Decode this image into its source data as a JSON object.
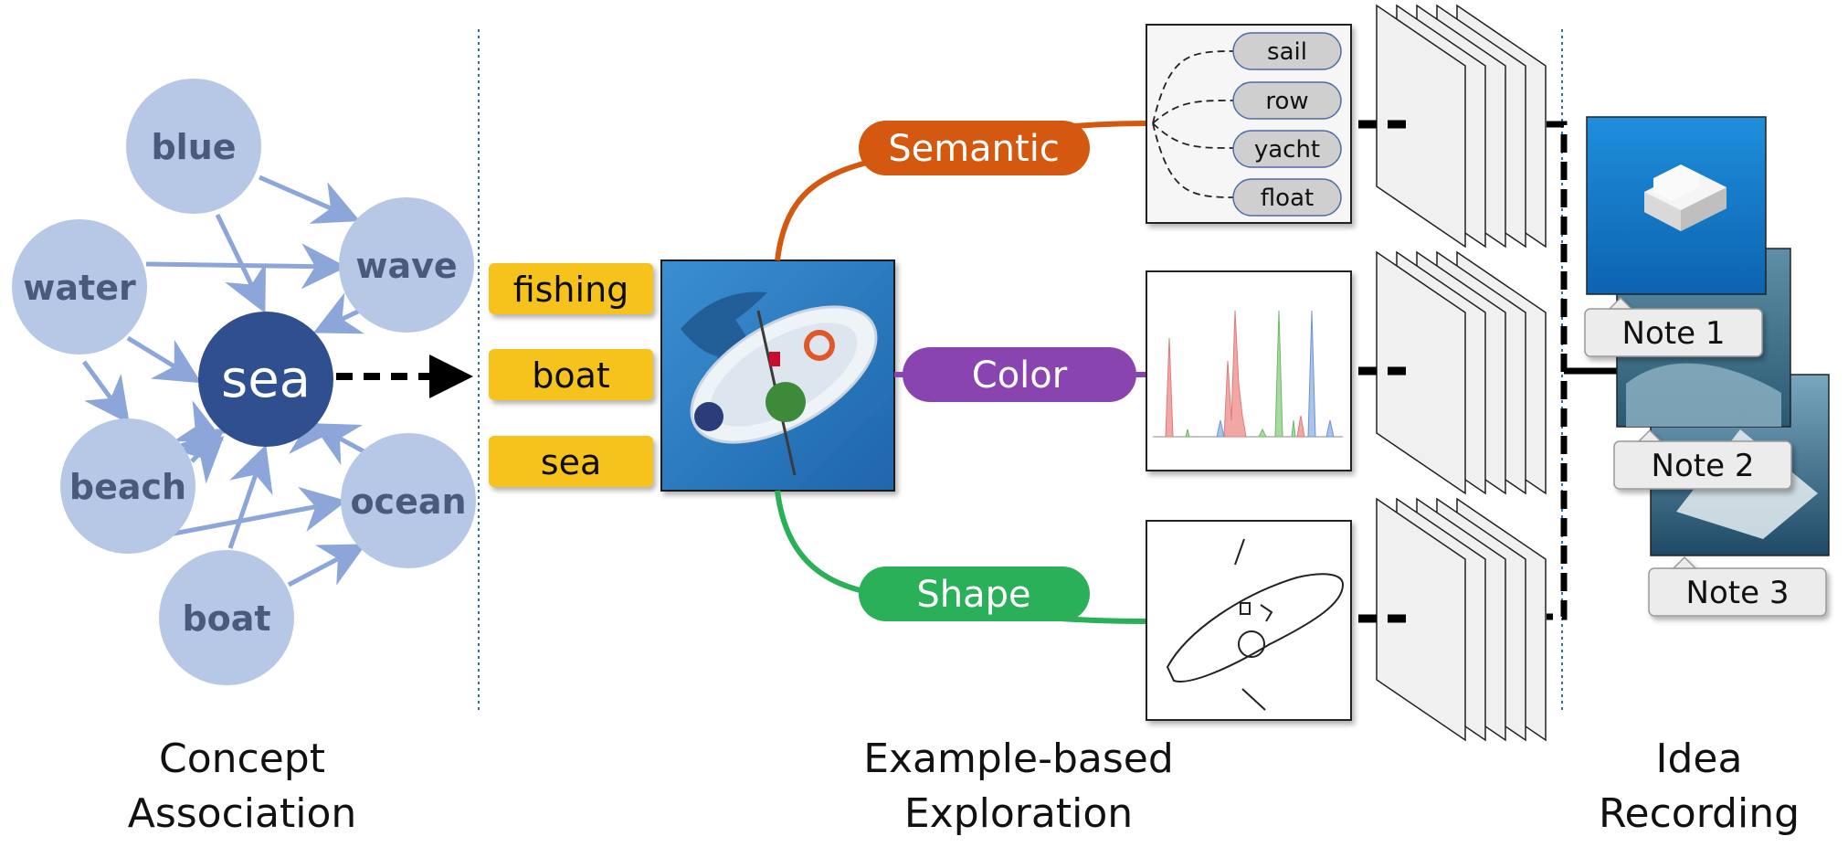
{
  "concept_association": {
    "center": "sea",
    "nodes": {
      "blue": "blue",
      "water": "water",
      "wave": "wave",
      "beach": "beach",
      "ocean": "ocean",
      "boat": "boat"
    },
    "caption_line1": "Concept",
    "caption_line2": "Association"
  },
  "tags": [
    "fishing",
    "boat",
    "sea"
  ],
  "exploration": {
    "dimensions": [
      "Semantic",
      "Color",
      "Shape"
    ],
    "semantic_keywords": [
      "sail",
      "row",
      "yacht",
      "float"
    ],
    "caption_line1": "Example-based",
    "caption_line2": "Exploration"
  },
  "recording": {
    "notes": [
      "Note 1",
      "Note 2",
      "Note 3"
    ],
    "caption_line1": "Idea",
    "caption_line2": "Recording"
  },
  "colors": {
    "node_fill": "#b7c7e6",
    "node_text": "#4a5a7c",
    "center_fill": "#2f4f8f",
    "arrow": "#8ca6d9",
    "tag_fill": "#f6c21c",
    "semantic": "#d4580f",
    "color": "#8a44b0",
    "shape": "#2bb05a"
  }
}
